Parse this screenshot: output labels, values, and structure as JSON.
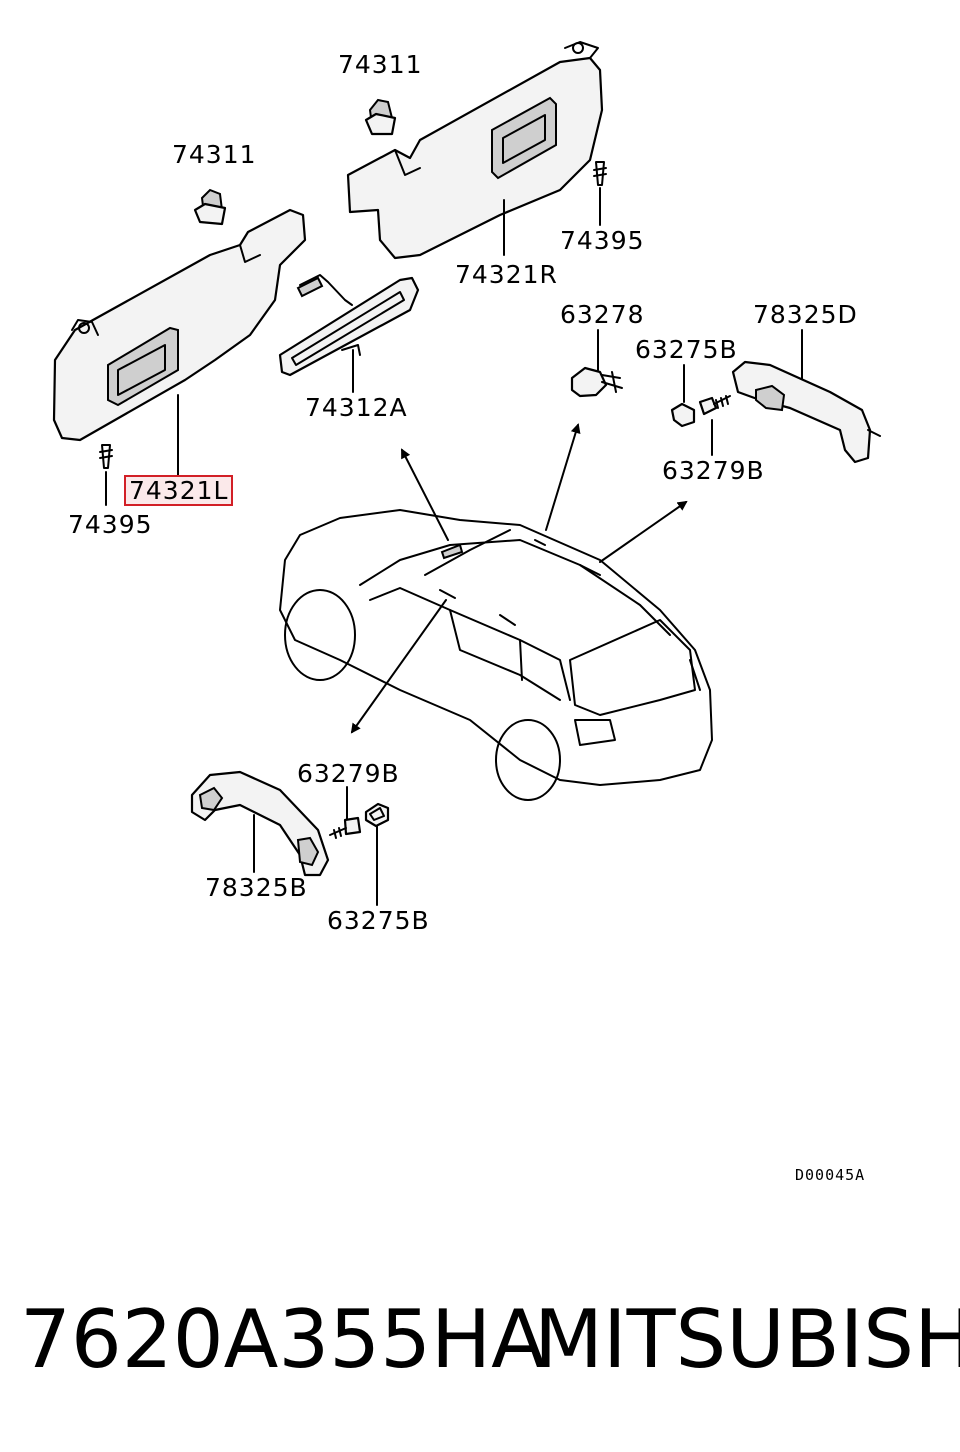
{
  "labels": {
    "clip_top": "74311",
    "clip_left": "74311",
    "visor_right": "74321R",
    "screw_right": "74395",
    "visor_left": "74321L",
    "screw_left": "74395",
    "mirror": "74312A",
    "lamp": "63278",
    "cap_right": "63275B",
    "grip_right": "78325D",
    "bolt_right": "63279B",
    "bolt_lower": "63279B",
    "grip_lower": "78325B",
    "cap_lower": "63275B"
  },
  "diagram_code": "D00045A",
  "footer": {
    "part_number": "7620A355HA",
    "brand": "MITSUBISHI"
  },
  "colors": {
    "highlight_border": "#d21f26",
    "highlight_fill": "#fbe9ea",
    "ink": "#000000"
  }
}
